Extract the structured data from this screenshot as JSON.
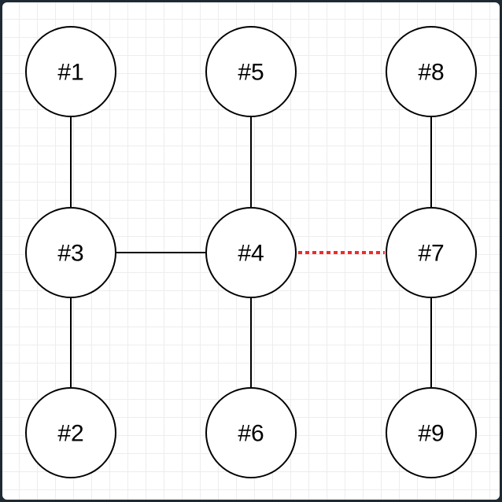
{
  "diagram": {
    "nodes": [
      {
        "id": "n1",
        "label": "#1"
      },
      {
        "id": "n5",
        "label": "#5"
      },
      {
        "id": "n8",
        "label": "#8"
      },
      {
        "id": "n3",
        "label": "#3"
      },
      {
        "id": "n4",
        "label": "#4"
      },
      {
        "id": "n7",
        "label": "#7"
      },
      {
        "id": "n2",
        "label": "#2"
      },
      {
        "id": "n6",
        "label": "#6"
      },
      {
        "id": "n9",
        "label": "#9"
      }
    ],
    "edges": [
      {
        "from": "n1",
        "to": "n3",
        "style": "solid",
        "color": "#000000"
      },
      {
        "from": "n3",
        "to": "n2",
        "style": "solid",
        "color": "#000000"
      },
      {
        "from": "n3",
        "to": "n4",
        "style": "solid",
        "color": "#000000"
      },
      {
        "from": "n5",
        "to": "n4",
        "style": "solid",
        "color": "#000000"
      },
      {
        "from": "n4",
        "to": "n6",
        "style": "solid",
        "color": "#000000"
      },
      {
        "from": "n4",
        "to": "n7",
        "style": "dotted",
        "color": "#ef2b2b"
      },
      {
        "from": "n8",
        "to": "n7",
        "style": "solid",
        "color": "#000000"
      },
      {
        "from": "n7",
        "to": "n9",
        "style": "solid",
        "color": "#000000"
      }
    ]
  }
}
